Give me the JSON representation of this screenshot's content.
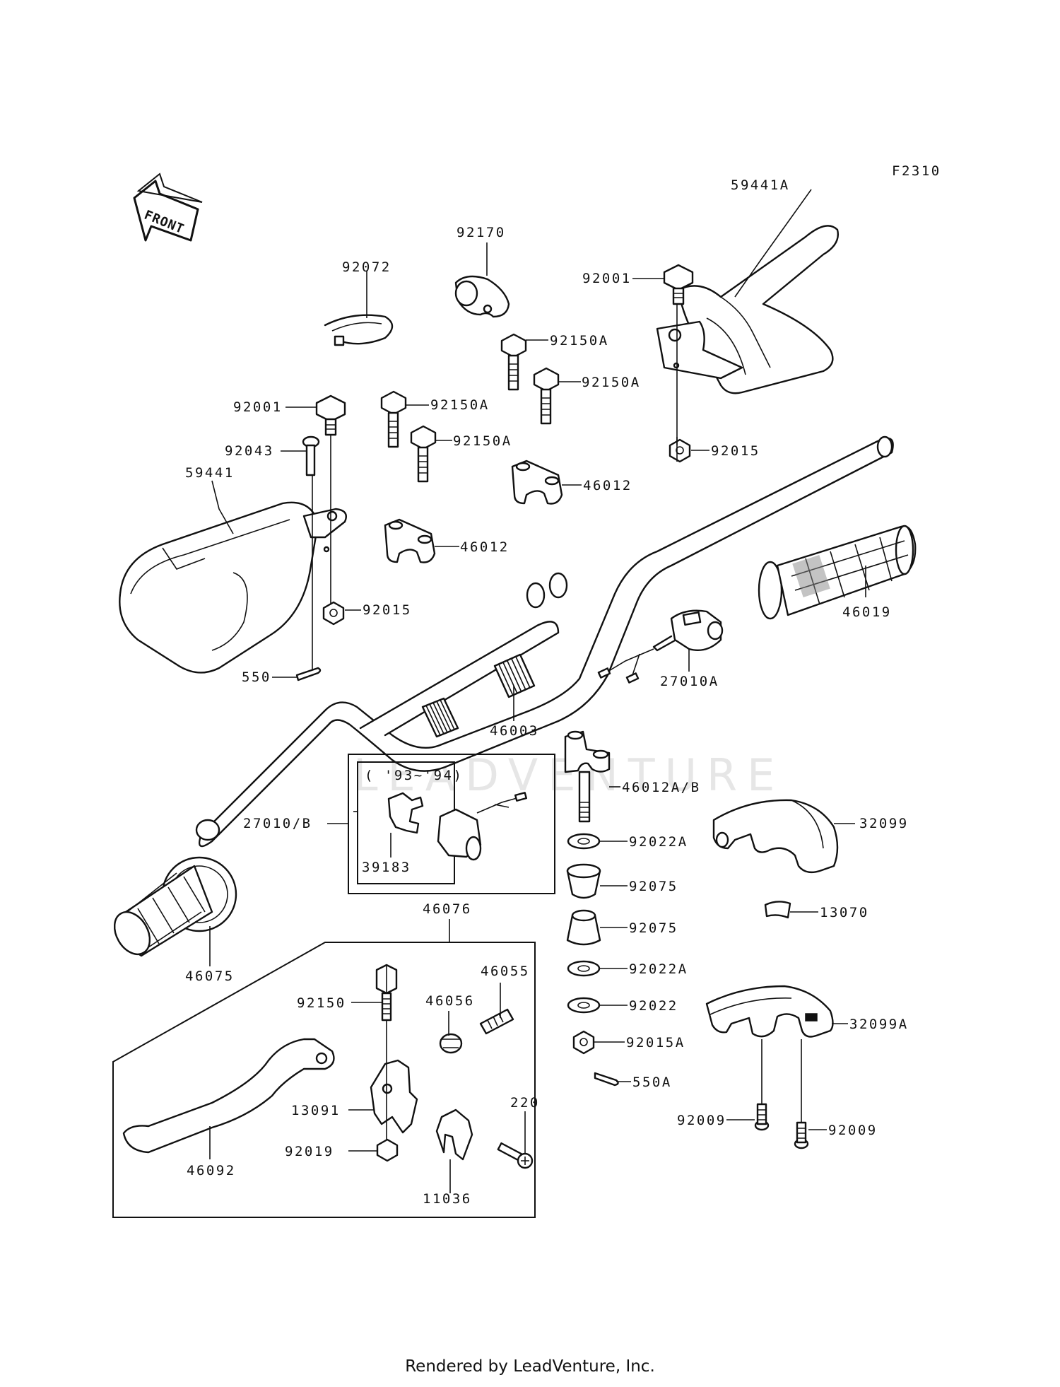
{
  "figure_code": "F2310",
  "front_label": "FRONT",
  "year_note": "( '93~'94)",
  "footer": "Rendered by LeadVenture, Inc.",
  "watermark": "LEADVENTURE",
  "parts": {
    "p59441A": "59441A",
    "p92170": "92170",
    "p92072": "92072",
    "p92001_top": "92001",
    "p92150A_1": "92150A",
    "p92150A_2": "92150A",
    "p92150A_3": "92150A",
    "p92150A_4": "92150A",
    "p92001_left": "92001",
    "p92043": "92043",
    "p92015_top": "92015",
    "p59441": "59441",
    "p46012_1": "46012",
    "p46012_2": "46012",
    "p92015_left": "92015",
    "p46019": "46019",
    "p550": "550",
    "p27010A": "27010A",
    "p46003": "46003",
    "p46012AB": "46012A/B",
    "p27010B": "27010/B",
    "p39183": "39183",
    "p32099": "32099",
    "p92022A_1": "92022A",
    "p92075_1": "92075",
    "p13070": "13070",
    "p92075_2": "92075",
    "p46076": "46076",
    "p46075": "46075",
    "p92022A_2": "92022A",
    "p46055": "46055",
    "p46056": "46056",
    "p92150": "92150",
    "p92022": "92022",
    "p32099A": "32099A",
    "p92015A": "92015A",
    "p550A": "550A",
    "p13091": "13091",
    "p220": "220",
    "p92009_1": "92009",
    "p92009_2": "92009",
    "p92019": "92019",
    "p46092": "46092",
    "p11036": "11036"
  }
}
